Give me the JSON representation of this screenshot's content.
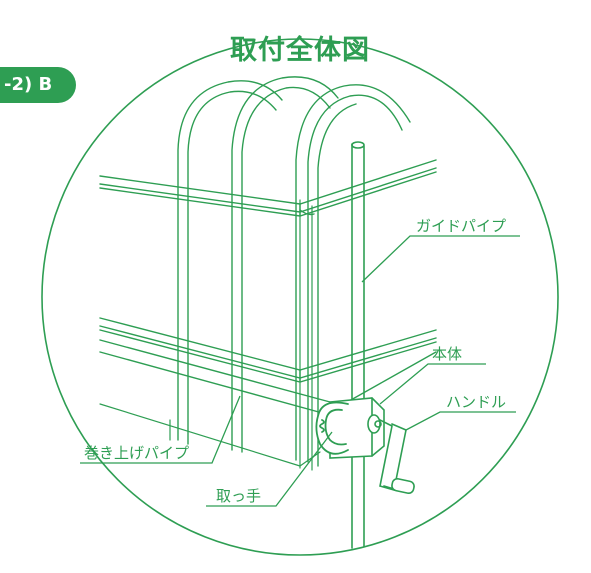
{
  "badge": {
    "text": "-2) B"
  },
  "title": "取付全体図",
  "labels": {
    "guide_pipe": "ガイドパイプ",
    "body": "本体",
    "handle": "ハンドル",
    "roll_up_pipe": "巻き上げパイプ",
    "grip": "取っ手"
  },
  "colors": {
    "accent": "#2e9e53",
    "line": "#2e9e53",
    "fill_light": "#e6f4ea",
    "background": "#ffffff"
  }
}
